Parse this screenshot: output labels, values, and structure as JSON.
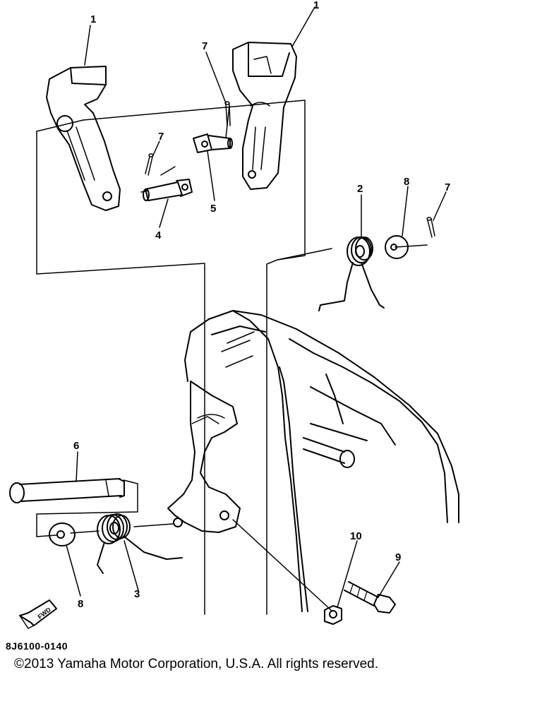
{
  "callouts": [
    {
      "id": "c1a",
      "label": "1"
    },
    {
      "id": "c1b",
      "label": "1"
    },
    {
      "id": "c7a",
      "label": "7"
    },
    {
      "id": "c7b",
      "label": "7"
    },
    {
      "id": "c5",
      "label": "5"
    },
    {
      "id": "c4",
      "label": "4"
    },
    {
      "id": "c2",
      "label": "2"
    },
    {
      "id": "c8a",
      "label": "8"
    },
    {
      "id": "c7c",
      "label": "7"
    },
    {
      "id": "c6",
      "label": "6"
    },
    {
      "id": "c10",
      "label": "10"
    },
    {
      "id": "c9",
      "label": "9"
    },
    {
      "id": "c8b",
      "label": "8"
    },
    {
      "id": "c3",
      "label": "3"
    }
  ],
  "fwd_label": "FWD",
  "part_number": "8J6100-0140",
  "copyright": "©2013 Yamaha Motor Corporation, U.S.A. All rights reserved."
}
